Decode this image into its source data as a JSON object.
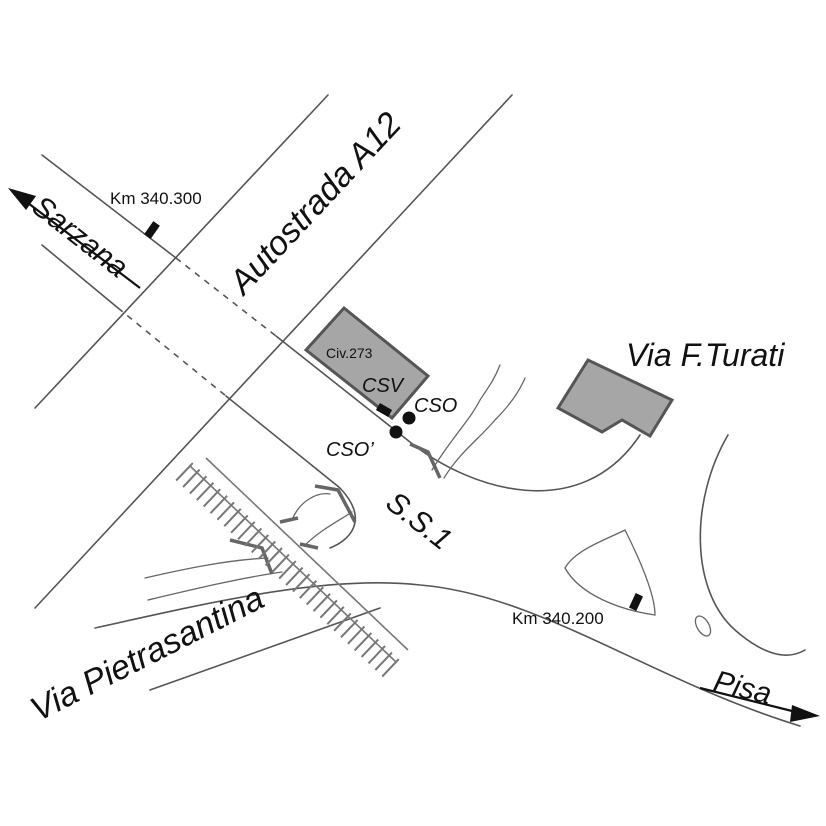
{
  "roads": {
    "motorway": "Autostrada A12",
    "state_road": "S.S.1",
    "via_turati": "Via F.Turati",
    "via_pietrasantina": "Via Pietrasantina"
  },
  "directions": {
    "north_west": "Sarzana",
    "south_east": "Pisa"
  },
  "markers": {
    "km_north": "Km 340.300",
    "km_south": "Km 340.200",
    "building_label": "Civ.273",
    "station_csv": "CSV",
    "station_cso": "CSO",
    "station_cso_prime": "CSO’"
  },
  "colors": {
    "line": "#555555",
    "building_fill": "#a6a6a6",
    "text": "#111111"
  }
}
